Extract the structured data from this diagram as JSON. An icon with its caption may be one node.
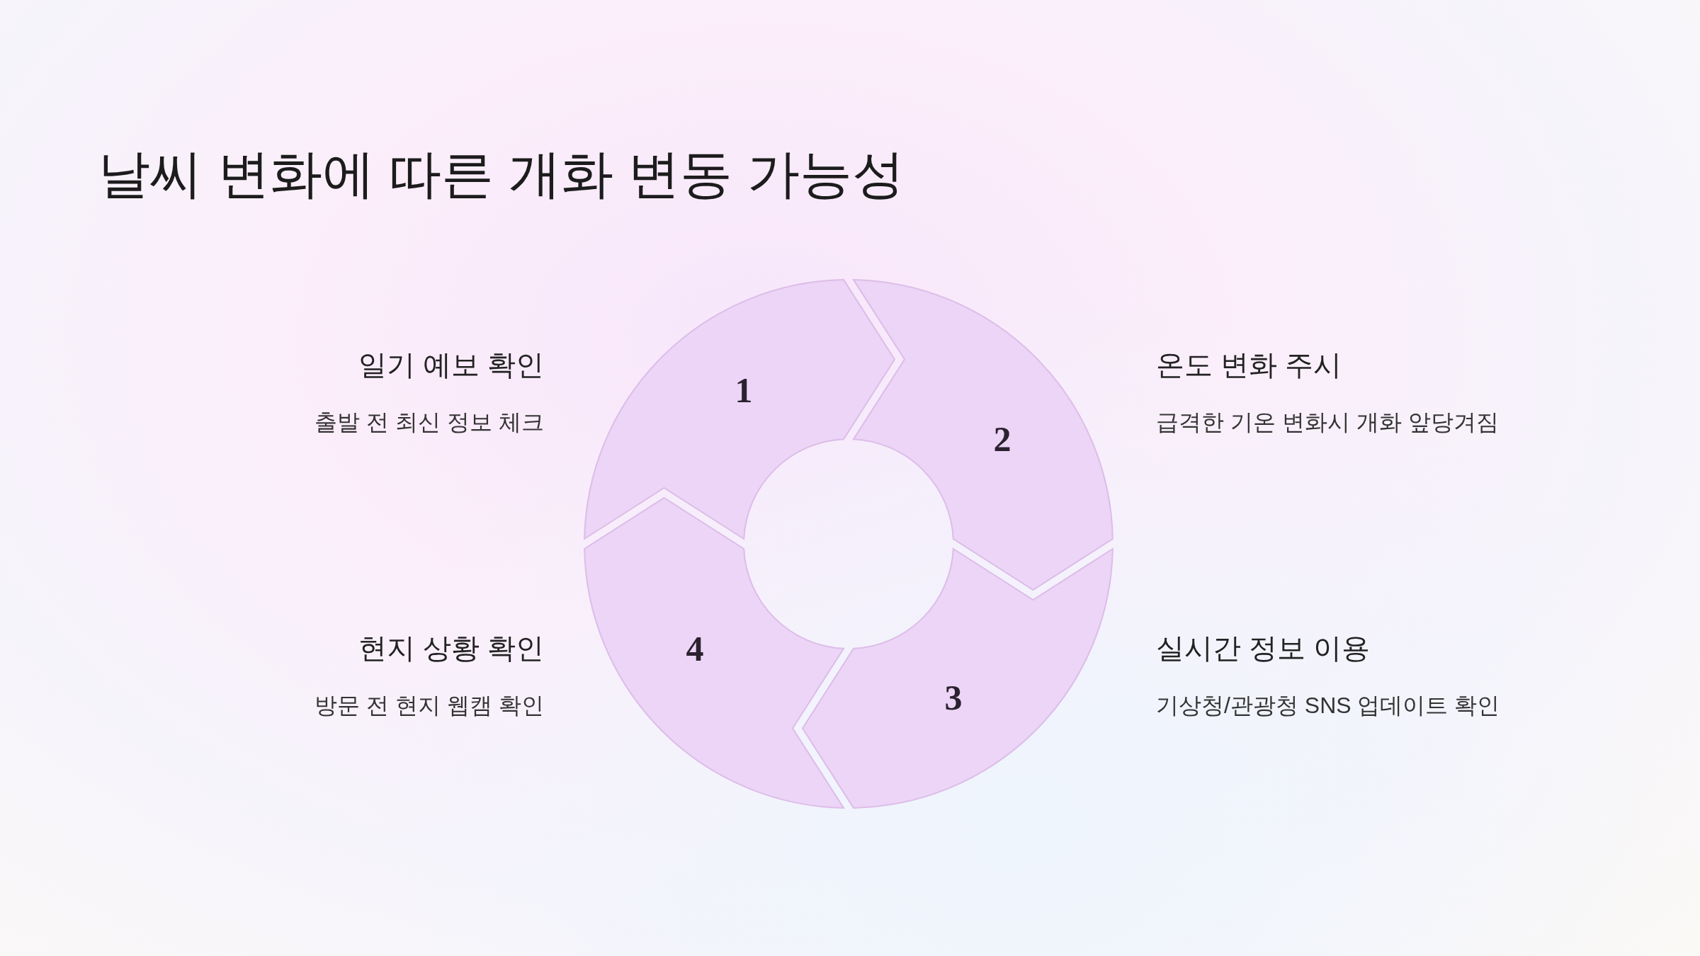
{
  "diagram": {
    "title": "날씨 변화에 따른 개화 변동 가능성",
    "nodes": [
      {
        "text": [
          "1"
        ],
        "beside": [
          "일기 예보 확인",
          "출발 전 최신 정보 체크"
        ]
      },
      {
        "text": [
          "2"
        ],
        "beside": [
          "온도 변화 주시",
          "급격한 기온 변화시 개화 앞당겨짐"
        ]
      },
      {
        "text": [
          "3"
        ],
        "beside": [
          "실시간 정보 이용",
          "기상청/관광청 SNS 업데이트 확인"
        ]
      },
      {
        "text": [
          "4"
        ],
        "beside": [
          "현지 상황 확인",
          "방문 전 현지 웹캠 확인"
        ]
      }
    ]
  }
}
